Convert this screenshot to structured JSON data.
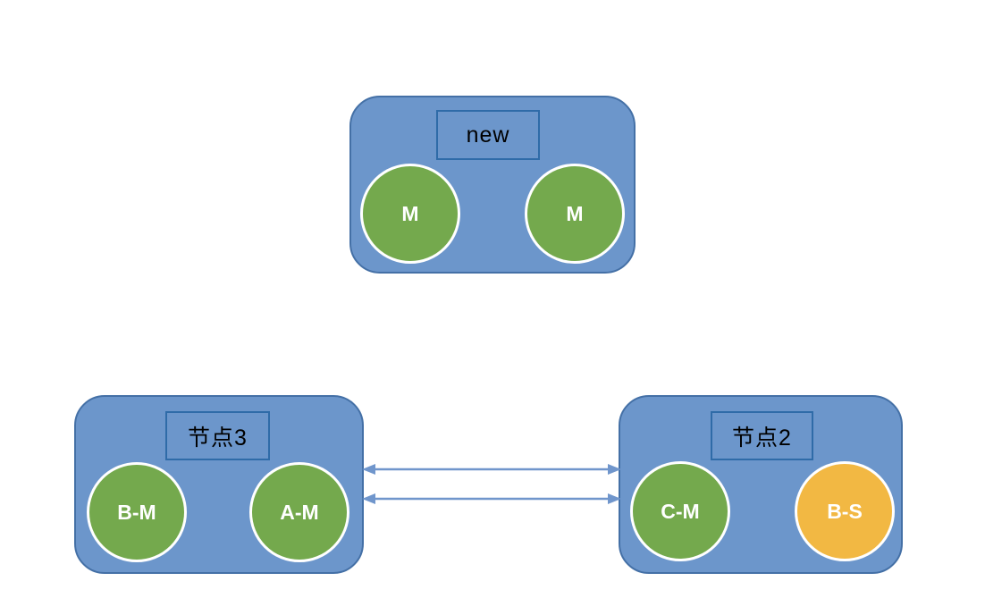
{
  "diagram": {
    "title": "cluster-nodes-diagram",
    "background": "#ffffff",
    "colors": {
      "node_fill": "#6C96CB",
      "node_border": "#4470A6",
      "label_box_border": "#2F6BA8",
      "label_text": "#000000",
      "master_circle_fill": "#74A94D",
      "slave_circle_fill": "#F2B843",
      "circle_border": "#ffffff",
      "circle_text": "#ffffff",
      "arrow": "#7096CC"
    },
    "nodes": [
      {
        "label": "new",
        "circles": [
          {
            "label": "M",
            "role": "master"
          },
          {
            "label": "M",
            "role": "master"
          }
        ]
      },
      {
        "label": "节点3",
        "circles": [
          {
            "label": "B-M",
            "role": "master"
          },
          {
            "label": "A-M",
            "role": "master"
          }
        ]
      },
      {
        "label": "节点2",
        "circles": [
          {
            "label": "C-M",
            "role": "master"
          },
          {
            "label": "B-S",
            "role": "slave"
          }
        ]
      }
    ],
    "arrows": [
      {
        "from": "节点3",
        "to": "节点2",
        "style": "double-headed"
      },
      {
        "from": "节点3",
        "to": "节点2",
        "style": "double-headed"
      }
    ]
  }
}
